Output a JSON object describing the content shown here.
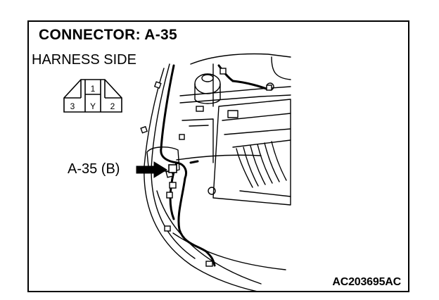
{
  "connector": {
    "title": "CONNECTOR: A-35",
    "side_label": "HARNESS SIDE",
    "pins": {
      "top": "1",
      "left": "3",
      "right": "2",
      "wire_color": "Y"
    }
  },
  "callout": {
    "label": "A-35 (B)"
  },
  "figure_code": "AC203695AC"
}
